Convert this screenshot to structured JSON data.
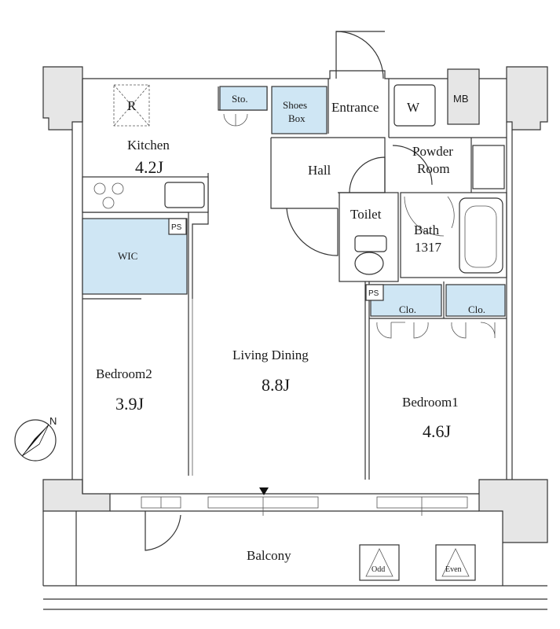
{
  "rooms": {
    "kitchen": {
      "name": "Kitchen",
      "size": "4.2J"
    },
    "living": {
      "name": "Living Dining",
      "size": "8.8J"
    },
    "bedroom1": {
      "name": "Bedroom1",
      "size": "4.6J"
    },
    "bedroom2": {
      "name": "Bedroom2",
      "size": "3.9J"
    },
    "hall": {
      "name": "Hall"
    },
    "entrance": {
      "name": "Entrance"
    },
    "toilet": {
      "name": "Toilet"
    },
    "powder": {
      "line1": "Powder",
      "line2": "Room"
    },
    "bath": {
      "name": "Bath",
      "size": "1317"
    },
    "balcony": {
      "name": "Balcony"
    },
    "wic": {
      "name": "WIC"
    }
  },
  "labels": {
    "refrigerator": "R",
    "storage": "Sto.",
    "shoes_box": {
      "line1": "Shoes",
      "line2": "Box"
    },
    "washer": "W",
    "meter_box": "MB",
    "pipe_space": "PS",
    "closet": "Clo.",
    "odd": "Odd",
    "even": "Even",
    "north": "N"
  },
  "colors": {
    "storage_fill": "#cfe6f4",
    "wall_fill": "#e6e6e6",
    "line": "#333333"
  }
}
